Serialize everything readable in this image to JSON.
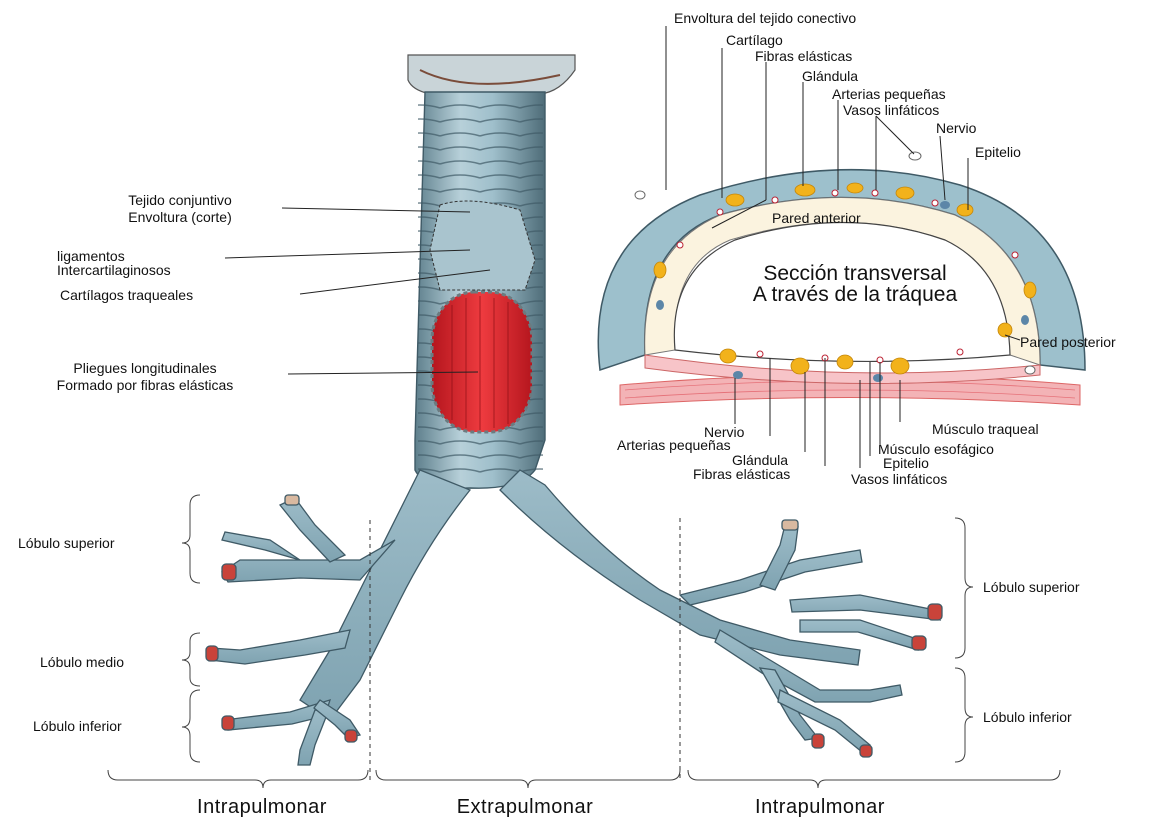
{
  "trachea_labels": {
    "tejido_conjuntivo": "Tejido conjuntivo",
    "envoltura_corte": "Envoltura (corte)",
    "ligamentos": "ligamentos",
    "intercartilaginosos": "Intercartilaginosos",
    "cartilagos_traqueales": "Cartílagos traqueales",
    "pliegues_longitudinales": "Pliegues longitudinales",
    "formado_por": "Formado por  fibras elásticas"
  },
  "lobes": {
    "left_superior": "Lóbulo superior",
    "left_medio": "Lóbulo medio",
    "left_inferior": "Lóbulo inferior",
    "right_superior": "Lóbulo superior",
    "right_inferior": "Lóbulo inferior"
  },
  "regions": {
    "left": "Intrapulmonar",
    "center": "Extrapulmonar",
    "right": "Intrapulmonar"
  },
  "section": {
    "title_line1": "Sección transversal",
    "title_line2": "A través de la tráquea",
    "pared_anterior": "Pared anterior",
    "pared_posterior": "Pared posterior",
    "top": {
      "envoltura": "Envoltura del tejido conectivo",
      "cartilago": "Cartílago",
      "fibras_elasticas": "Fibras elásticas",
      "glandula": "Glándula",
      "arterias_pequenas": "Arterias pequeñas",
      "vasos_linfaticos": "Vasos linfáticos",
      "nervio": "Nervio",
      "epitelio": "Epitelio"
    },
    "bottom": {
      "nervio": "Nervio",
      "arterias_pequenas": "Arterias pequeñas",
      "glandula": "Glándula",
      "fibras_elasticas": "Fibras elásticas",
      "vasos_linfaticos": "Vasos linfáticos",
      "epitelio": "Epitelio",
      "musculo_esofagico": "Músculo esofágico",
      "musculo_traqueal": "Músculo  traqueal"
    }
  },
  "colors": {
    "cartilage": "#8fb4c2",
    "cartilage_dark": "#4f6f7c",
    "mucosa_red": "#d8232a",
    "gland_yellow": "#f2b21b",
    "muscle_pink": "#ef9aa0"
  }
}
